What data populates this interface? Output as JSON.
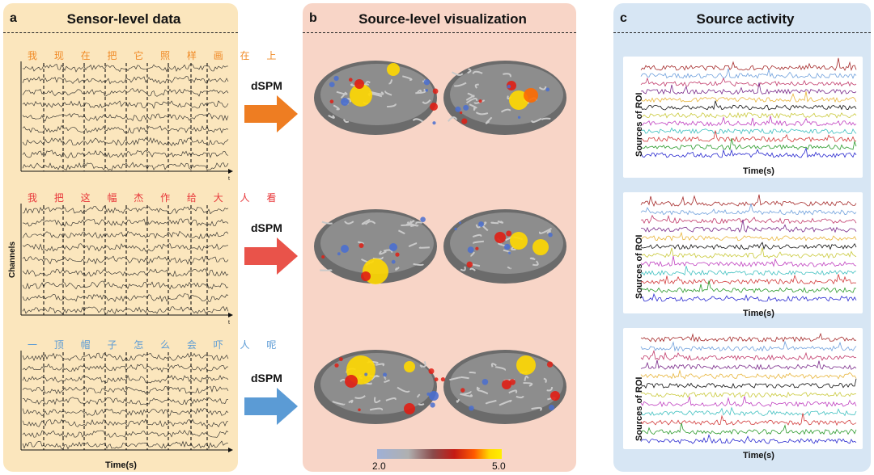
{
  "panel_a": {
    "letter": "a",
    "title": "Sensor-level data",
    "sentences": [
      {
        "text": "我 现 在 把 它 照 样 画 在 上",
        "color": "#f08a26"
      },
      {
        "text": "我 把 这 幅 杰 作 给 大 人 看",
        "color": "#e8373a"
      },
      {
        "text": "一 顶 帽 子 怎 么 会 吓 人 呢",
        "color": "#5b9bd5"
      }
    ],
    "y_label": "Channels",
    "x_label": "Time(s)",
    "axis_end_label": "t"
  },
  "panel_b": {
    "letter": "b",
    "title": "Source-level visualization",
    "method_labels": [
      "dSPM",
      "dSPM",
      "dSPM"
    ],
    "arrow_colors": [
      "#ee7d22",
      "#e9534a",
      "#5b9bd5"
    ],
    "colorbar_min": "2.0",
    "colorbar_max": "5.0"
  },
  "panel_c": {
    "letter": "c",
    "title": "Source activity",
    "y_label": "Sources of ROI",
    "x_label": "Time(s)",
    "trace_colors": [
      "#a52a2a",
      "#6fa0dc",
      "#c23b6b",
      "#7a2a8a",
      "#e8b53a",
      "#111111",
      "#c9c93a",
      "#c040c0",
      "#40c0c0",
      "#d23a3a",
      "#2a9a2a",
      "#2a2ad0"
    ]
  }
}
